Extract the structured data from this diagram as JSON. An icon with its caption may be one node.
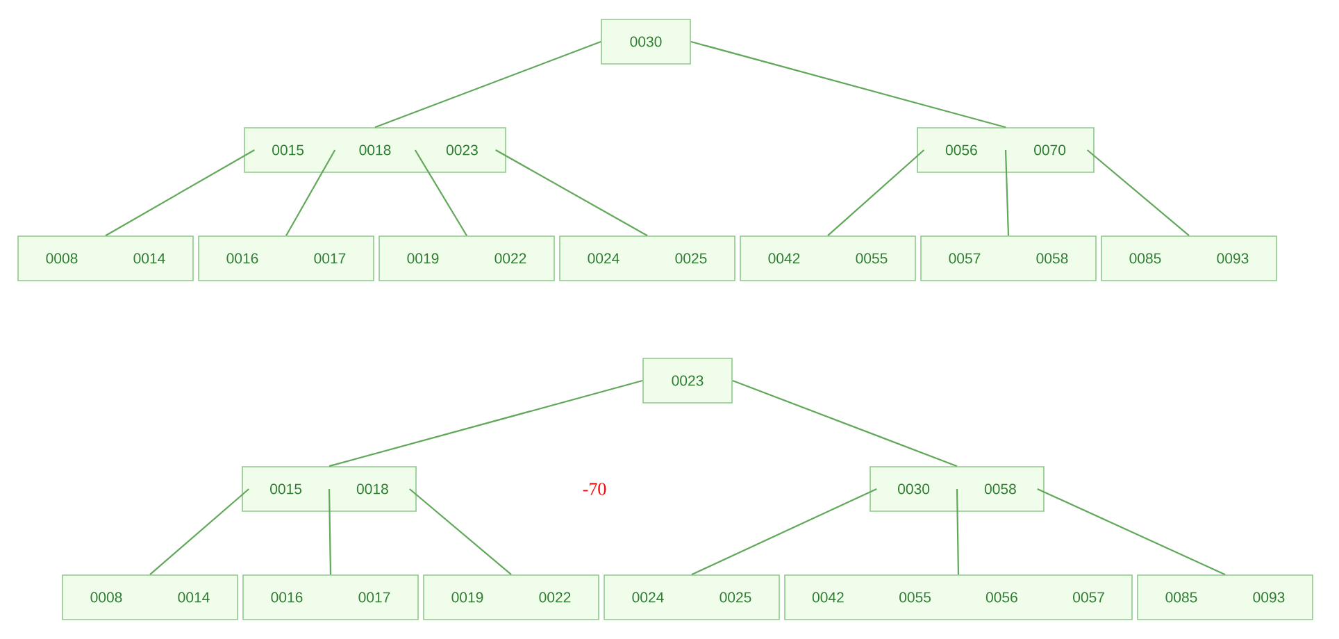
{
  "diagram": {
    "nodes": [
      {
        "text": [
          "0030"
        ]
      },
      {
        "text": [
          "0015",
          "0018",
          "0023"
        ]
      },
      {
        "text": [
          "0056",
          "0070"
        ]
      },
      {
        "text": [
          "0008",
          "0014"
        ]
      },
      {
        "text": [
          "0016",
          "0017"
        ]
      },
      {
        "text": [
          "0019",
          "0022"
        ]
      },
      {
        "text": [
          "0024",
          "0025"
        ]
      },
      {
        "text": [
          "0042",
          "0055"
        ]
      },
      {
        "text": [
          "0057",
          "0058"
        ]
      },
      {
        "text": [
          "0085",
          "0093"
        ]
      },
      {
        "text": [
          "0023"
        ]
      },
      {
        "text": [
          "0015",
          "0018"
        ]
      },
      {
        "text": [
          "0030",
          "0058"
        ]
      },
      {
        "text": [
          "0008",
          "0014"
        ]
      },
      {
        "text": [
          "0016",
          "0017"
        ]
      },
      {
        "text": [
          "0019",
          "0022"
        ]
      },
      {
        "text": [
          "0024",
          "0025"
        ]
      },
      {
        "text": [
          "0042",
          "0055",
          "0056",
          "0057"
        ]
      },
      {
        "text": [
          "0085",
          "0093"
        ]
      }
    ],
    "edges": [
      {
        "from": 0,
        "to": 1,
        "arrow": "none"
      },
      {
        "from": 0,
        "to": 2,
        "arrow": "none"
      },
      {
        "from": 1,
        "to": 3,
        "arrow": "none"
      },
      {
        "from": 1,
        "to": 4,
        "arrow": "none"
      },
      {
        "from": 1,
        "to": 5,
        "arrow": "none"
      },
      {
        "from": 1,
        "to": 6,
        "arrow": "none"
      },
      {
        "from": 2,
        "to": 7,
        "arrow": "none"
      },
      {
        "from": 2,
        "to": 8,
        "arrow": "none"
      },
      {
        "from": 2,
        "to": 9,
        "arrow": "none"
      },
      {
        "from": 10,
        "to": 11,
        "arrow": "none"
      },
      {
        "from": 10,
        "to": 12,
        "arrow": "none"
      },
      {
        "from": 11,
        "to": 13,
        "arrow": "none"
      },
      {
        "from": 11,
        "to": 14,
        "arrow": "none"
      },
      {
        "from": 11,
        "to": 15,
        "arrow": "none"
      },
      {
        "from": 12,
        "to": 16,
        "arrow": "none"
      },
      {
        "from": 12,
        "to": 17,
        "arrow": "none"
      },
      {
        "from": 12,
        "to": 18,
        "arrow": "none"
      }
    ],
    "labels": [
      "-70"
    ]
  }
}
